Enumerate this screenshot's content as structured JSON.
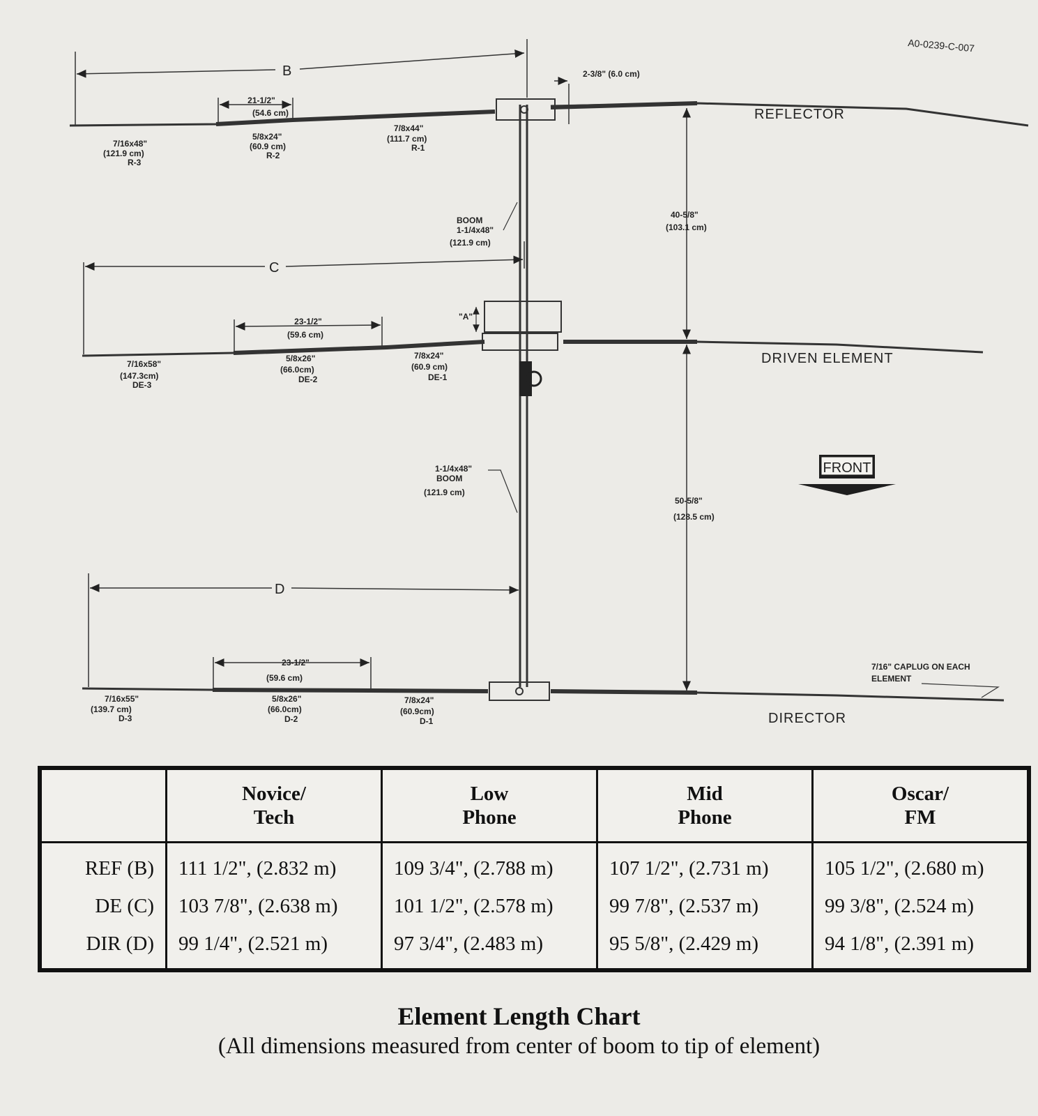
{
  "drawing": {
    "drawing_number": "A0-0239-C-007",
    "dims": {
      "b": "B",
      "c": "C",
      "d": "D",
      "a": "\"A\"",
      "ref_gap_in": "2-3/8\"",
      "ref_gap_cm": "(6.0 cm)",
      "ref_de_in": "40-5/8\"",
      "ref_de_cm": "(103.1 cm)",
      "de_dir_in": "50-5/8\"",
      "de_dir_cm": "(128.5 cm)",
      "r_span_in": "21-1/2\"",
      "r_span_cm": "(54.6 cm)",
      "de_span_in": "23-1/2\"",
      "de_span_cm": "(59.6 cm)",
      "d_span_in": "23-1/2\"",
      "d_span_cm": "(59.6 cm)"
    },
    "boom1": {
      "l1": "BOOM",
      "l2": "1-1/4x48\"",
      "l3": "(121.9 cm)"
    },
    "boom2": {
      "l1": "1-1/4x48\"",
      "l2": "BOOM",
      "l3": "(121.9 cm)"
    },
    "reflector": {
      "name": "REFLECTOR",
      "r3": {
        "size": "7/16x48\"",
        "cm": "(121.9 cm)",
        "id": "R-3"
      },
      "r2": {
        "size": "5/8x24\"",
        "cm": "(60.9 cm)",
        "id": "R-2"
      },
      "r1": {
        "size": "7/8x44\"",
        "cm": "(111.7 cm)",
        "id": "R-1"
      }
    },
    "driven": {
      "name": "DRIVEN ELEMENT",
      "de3": {
        "size": "7/16x58\"",
        "cm": "(147.3cm)",
        "id": "DE-3"
      },
      "de2": {
        "size": "5/8x26\"",
        "cm": "(66.0cm)",
        "id": "DE-2"
      },
      "de1": {
        "size": "7/8x24\"",
        "cm": "(60.9 cm)",
        "id": "DE-1"
      }
    },
    "director": {
      "name": "DIRECTOR",
      "d3": {
        "size": "7/16x55\"",
        "cm": "(139.7 cm)",
        "id": "D-3"
      },
      "d2": {
        "size": "5/8x26\"",
        "cm": "(66.0cm)",
        "id": "D-2"
      },
      "d1": {
        "size": "7/8x24\"",
        "cm": "(60.9cm)",
        "id": "D-1"
      }
    },
    "front": "FRONT",
    "caplug": {
      "l1": "7/16\" CAPLUG ON EACH",
      "l2": "ELEMENT"
    }
  },
  "table": {
    "headers": [
      {
        "l1": "Novice/",
        "l2": "Tech"
      },
      {
        "l1": "Low",
        "l2": "Phone"
      },
      {
        "l1": "Mid",
        "l2": "Phone"
      },
      {
        "l1": "Oscar/",
        "l2": "FM"
      }
    ],
    "row_labels": [
      "REF (B)",
      "DE (C)",
      "DIR (D)"
    ],
    "columns": [
      [
        "111 1/2\", (2.832 m)",
        "103 7/8\", (2.638 m)",
        "99 1/4\", (2.521 m)"
      ],
      [
        "109 3/4\", (2.788 m)",
        "101 1/2\", (2.578 m)",
        "97 3/4\", (2.483 m)"
      ],
      [
        "107 1/2\", (2.731 m)",
        "99 7/8\", (2.537 m)",
        "95 5/8\", (2.429 m)"
      ],
      [
        "105 1/2\", (2.680 m)",
        "99 3/8\", (2.524 m)",
        "94 1/8\", (2.391 m)"
      ]
    ]
  },
  "caption": {
    "title": "Element Length Chart",
    "subtitle": "(All dimensions measured from center of boom to tip of element)"
  }
}
